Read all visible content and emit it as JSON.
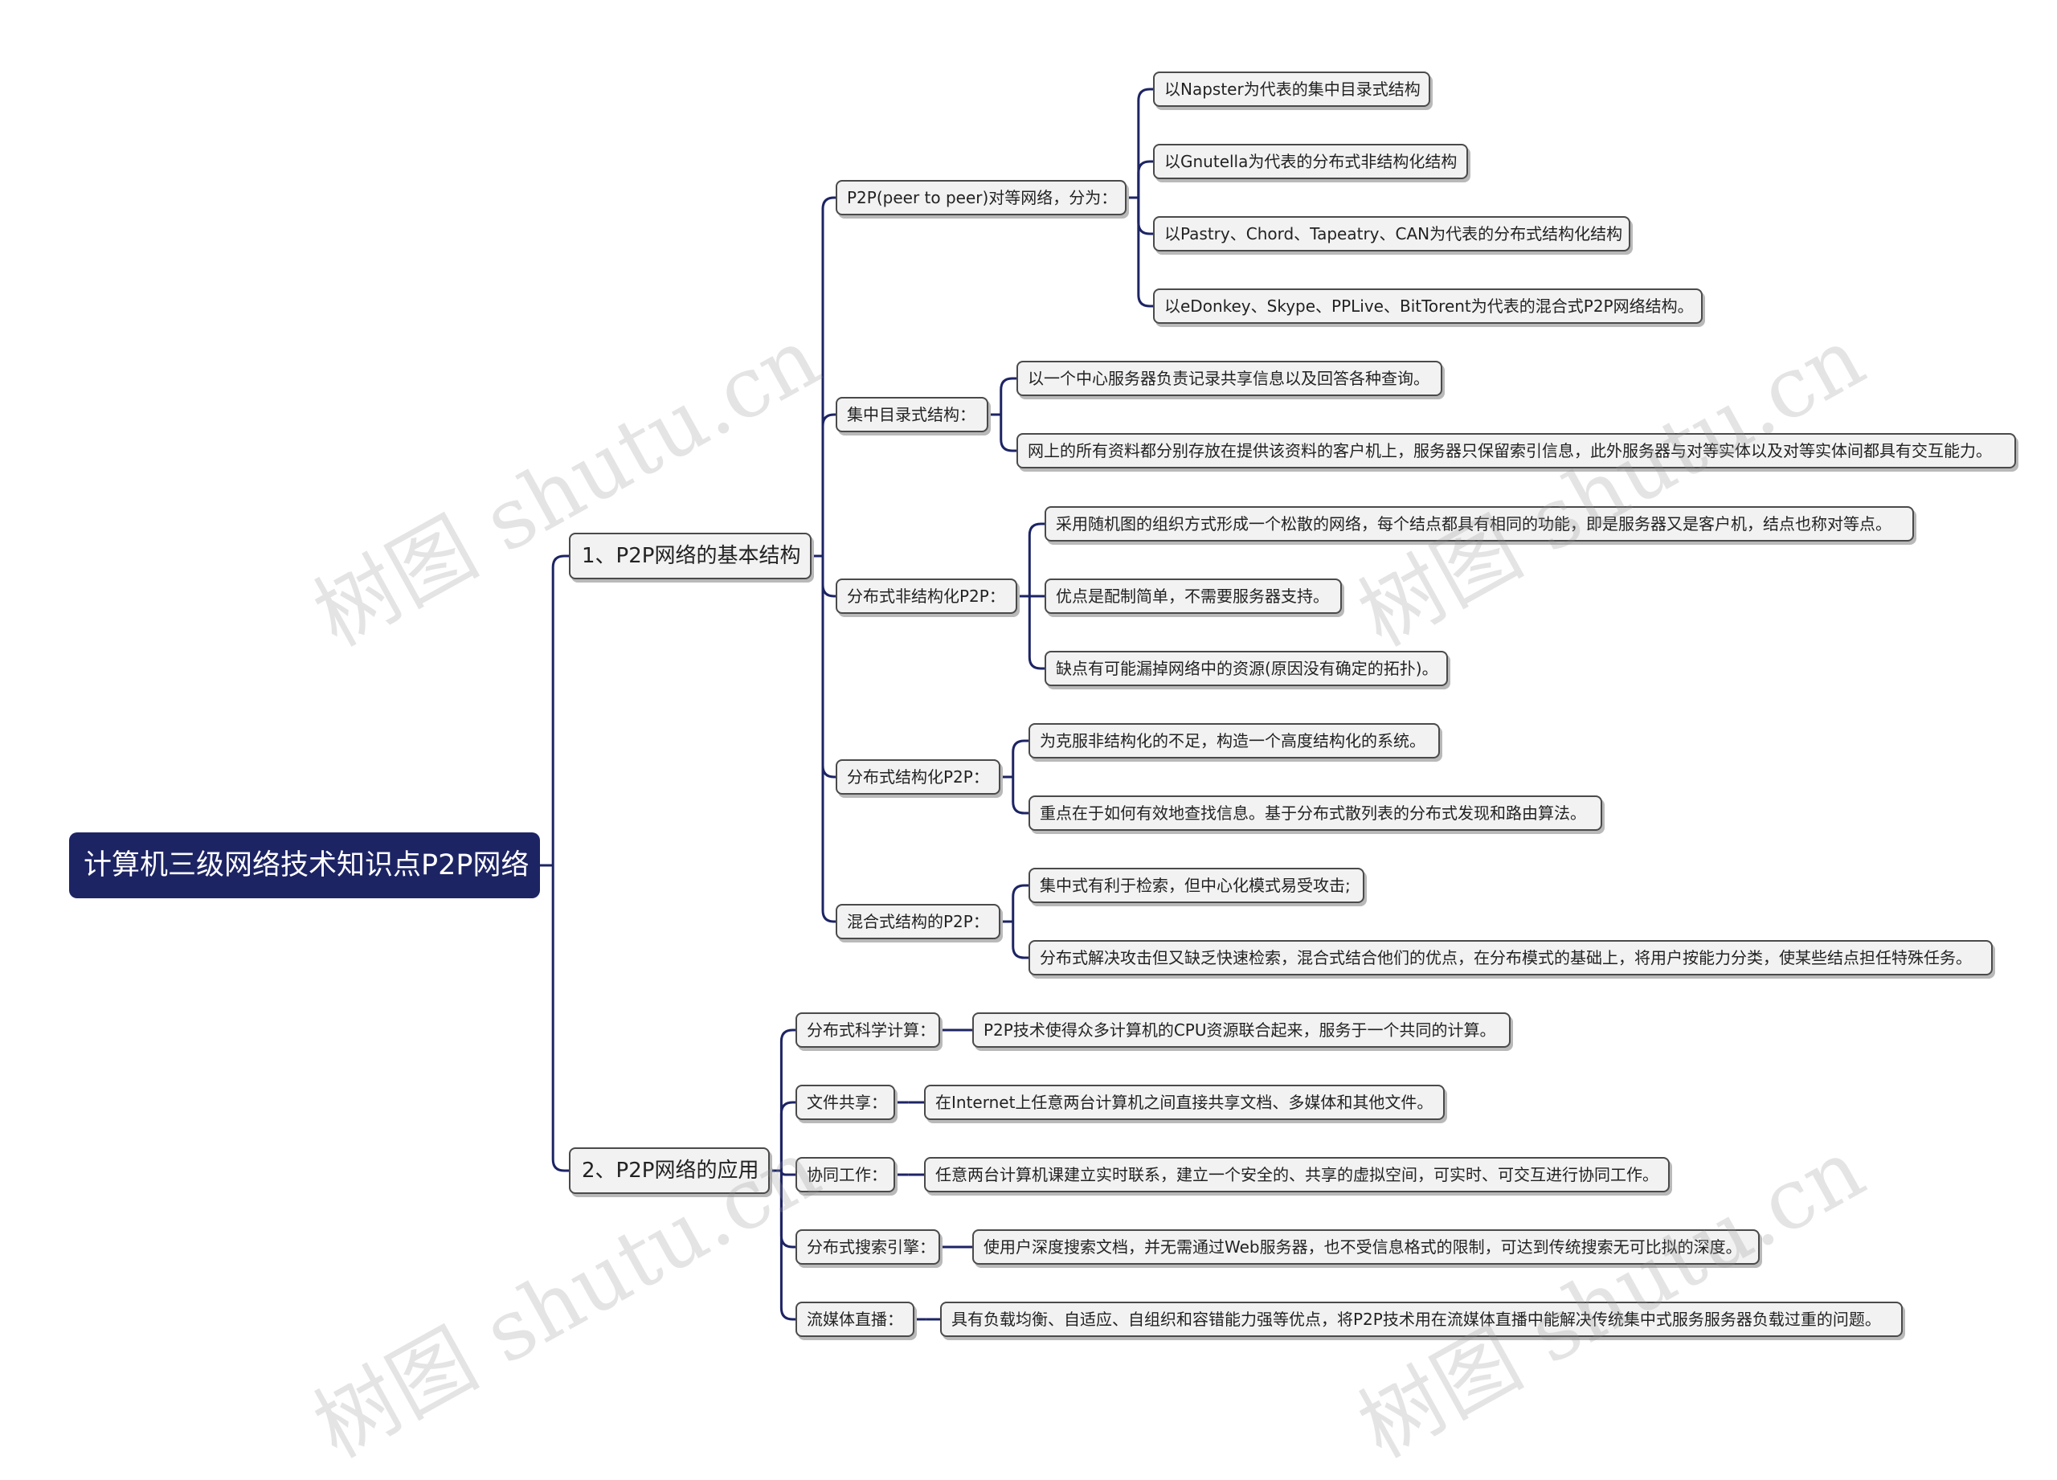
{
  "root": {
    "label": "计算机三级网络技术知识点P2P网络"
  },
  "branches": [
    {
      "label": "1、P2P网络的基本结构",
      "children": [
        {
          "label": "P2P(peer to peer)对等网络，分为：",
          "items": [
            "以Napster为代表的集中目录式结构",
            "以Gnutella为代表的分布式非结构化结构",
            "以Pastry、Chord、Tapeatry、CAN为代表的分布式结构化结构",
            "以eDonkey、Skype、PPLive、BitTorent为代表的混合式P2P网络结构。"
          ]
        },
        {
          "label": "集中目录式结构：",
          "items": [
            "以一个中心服务器负责记录共享信息以及回答各种查询。",
            "网上的所有资料都分别存放在提供该资料的客户机上，服务器只保留索引信息，此外服务器与对等实体以及对等实体间都具有交互能力。"
          ]
        },
        {
          "label": "分布式非结构化P2P：",
          "items": [
            "采用随机图的组织方式形成一个松散的网络，每个结点都具有相同的功能，即是服务器又是客户机，结点也称对等点。",
            "优点是配制简单，不需要服务器支持。",
            "缺点有可能漏掉网络中的资源(原因没有确定的拓扑)。"
          ]
        },
        {
          "label": "分布式结构化P2P：",
          "items": [
            "为克服非结构化的不足，构造一个高度结构化的系统。",
            "重点在于如何有效地查找信息。基于分布式散列表的分布式发现和路由算法。"
          ]
        },
        {
          "label": "混合式结构的P2P：",
          "items": [
            "集中式有利于检索，但中心化模式易受攻击;",
            "分布式解决攻击但又缺乏快速检索，混合式结合他们的优点，在分布模式的基础上，将用户按能力分类，使某些结点担任特殊任务。"
          ]
        }
      ]
    },
    {
      "label": "2、P2P网络的应用",
      "children": [
        {
          "label": "分布式科学计算：",
          "items": [
            "P2P技术使得众多计算机的CPU资源联合起来，服务于一个共同的计算。"
          ]
        },
        {
          "label": "文件共享：",
          "items": [
            "在Internet上任意两台计算机之间直接共享文档、多媒体和其他文件。"
          ]
        },
        {
          "label": "协同工作：",
          "items": [
            "任意两台计算机课建立实时联系，建立一个安全的、共享的虚拟空间，可实时、可交互进行协同工作。"
          ]
        },
        {
          "label": "分布式搜索引擎：",
          "items": [
            "使用户深度搜索文档，并无需通过Web服务器，也不受信息格式的限制，可达到传统搜索无可比拟的深度。"
          ]
        },
        {
          "label": "流媒体直播：",
          "items": [
            "具有负载均衡、自适应、自组织和容错能力强等优点，将P2P技术用在流媒体直播中能解决传统集中式服务服务器负载过重的问题。"
          ]
        }
      ]
    }
  ],
  "watermark": "树图 shutu.cn",
  "colors": {
    "root_bg": "#1d2464",
    "line": "#1d2464",
    "node_bg": "#f2f2f2",
    "node_border": "#4a4a4a"
  }
}
